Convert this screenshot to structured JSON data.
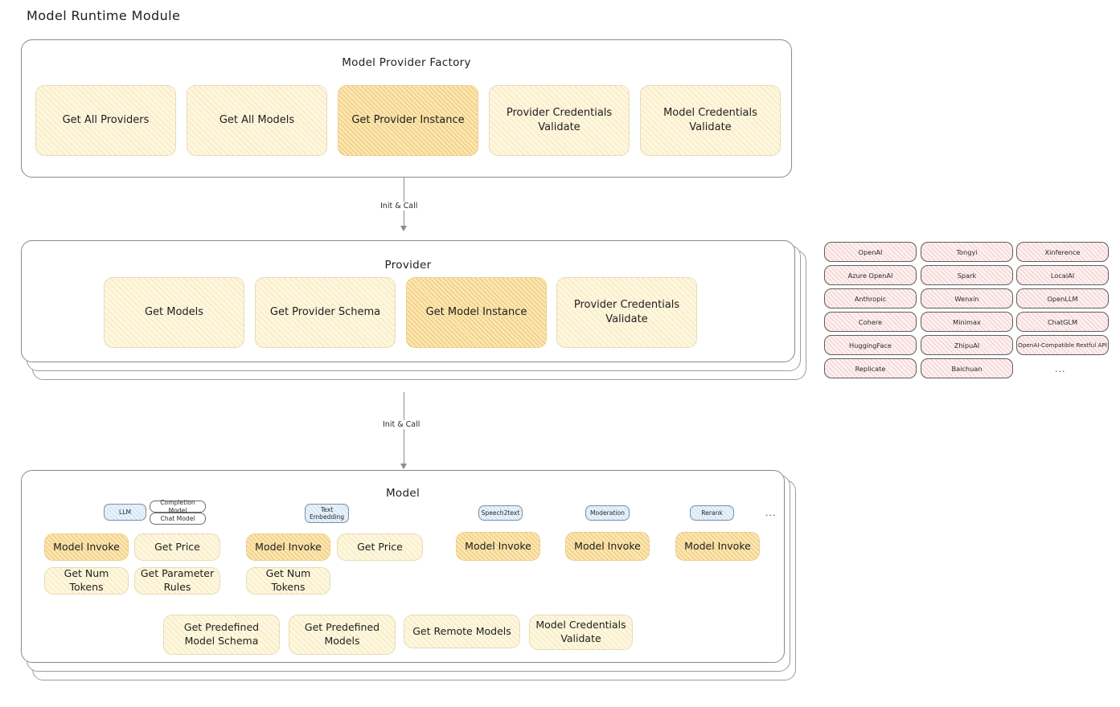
{
  "page": {
    "title": "Model Runtime Module"
  },
  "factory": {
    "title": "Model Provider Factory",
    "ops": [
      {
        "label": "Get All Providers",
        "highlighted": false
      },
      {
        "label": "Get All Models",
        "highlighted": false
      },
      {
        "label": "Get Provider Instance",
        "highlighted": true
      },
      {
        "label": "Provider Credentials Validate",
        "highlighted": false
      },
      {
        "label": "Model Credentials Validate",
        "highlighted": false
      }
    ]
  },
  "arrows": [
    {
      "label": "Init & Call"
    },
    {
      "label": "Init & Call"
    }
  ],
  "provider": {
    "title": "Provider",
    "ops": [
      {
        "label": "Get Models",
        "highlighted": false
      },
      {
        "label": "Get Provider Schema",
        "highlighted": false
      },
      {
        "label": "Get Model Instance",
        "highlighted": true
      },
      {
        "label": "Provider Credentials Validate",
        "highlighted": false
      }
    ],
    "stack_layers": 3
  },
  "provider_list": {
    "columns": [
      [
        "OpenAI",
        "Azure OpenAI",
        "Anthropic",
        "Cohere",
        "HuggingFace",
        "Replicate"
      ],
      [
        "Tongyi",
        "Spark",
        "Wenxin",
        "Minimax",
        "ZhipuAI",
        "Baichuan"
      ],
      [
        "Xinference",
        "LocalAI",
        "OpenLLM",
        "ChatGLM",
        "OpenAI-Compatible Restful API"
      ]
    ],
    "more_mark": "..."
  },
  "model": {
    "title": "Model",
    "more_mark": "...",
    "stack_layers": 3,
    "types": [
      {
        "badges": [
          {
            "label": "LLM",
            "style": "blue"
          },
          {
            "label": "Completion Model",
            "style": "plain"
          },
          {
            "label": "Chat Model",
            "style": "plain"
          }
        ],
        "ops": [
          "Model Invoke",
          "Get Price",
          "Get Num Tokens",
          "Get Parameter Rules"
        ]
      },
      {
        "badges": [
          {
            "label": "Text Embedding",
            "style": "blue"
          }
        ],
        "ops": [
          "Model Invoke",
          "Get Price",
          "Get Num Tokens"
        ]
      },
      {
        "badges": [
          {
            "label": "Speech2text",
            "style": "blue"
          }
        ],
        "ops": [
          "Model Invoke"
        ]
      },
      {
        "badges": [
          {
            "label": "Moderation",
            "style": "blue"
          }
        ],
        "ops": [
          "Model Invoke"
        ]
      },
      {
        "badges": [
          {
            "label": "Rerank",
            "style": "blue"
          }
        ],
        "ops": [
          "Model Invoke"
        ]
      }
    ],
    "shared_ops": [
      "Get Predefined Model Schema",
      "Get Predefined Models",
      "Get Remote Models",
      "Model Credentials Validate"
    ]
  },
  "colors": {
    "op_fill": "#fdf7e0",
    "op_fill_strong": "#fbe7b4",
    "provider_pill_fill": "#fdf0f0",
    "badge_blue_fill": "#e8f2fb",
    "frame_border": "#8a8a8a"
  }
}
